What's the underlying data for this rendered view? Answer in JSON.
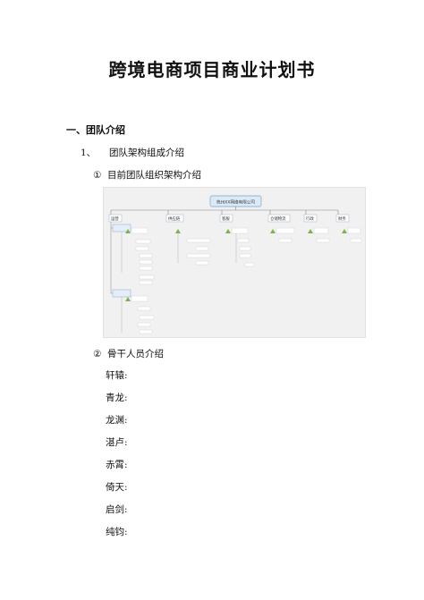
{
  "document": {
    "title": "跨境电商项目商业计划书",
    "section": "一、团队介绍",
    "subsection_num": "1、",
    "subsection_label": "团队架构组成介绍",
    "item1_num": "①",
    "item1_label": "目前团队组织架构介绍",
    "item2_num": "②",
    "item2_label": "骨干人员介绍",
    "members": [
      "轩辕:",
      "青龙:",
      "龙渊:",
      "湛卢:",
      "赤霄:",
      "倚天:",
      "启剑:",
      "纯钧:"
    ]
  },
  "org_chart": {
    "root": "杭州XX网络有限公司",
    "departments": [
      "运营",
      "供应链",
      "客服",
      "仓储物流",
      "行政",
      "财务"
    ]
  }
}
